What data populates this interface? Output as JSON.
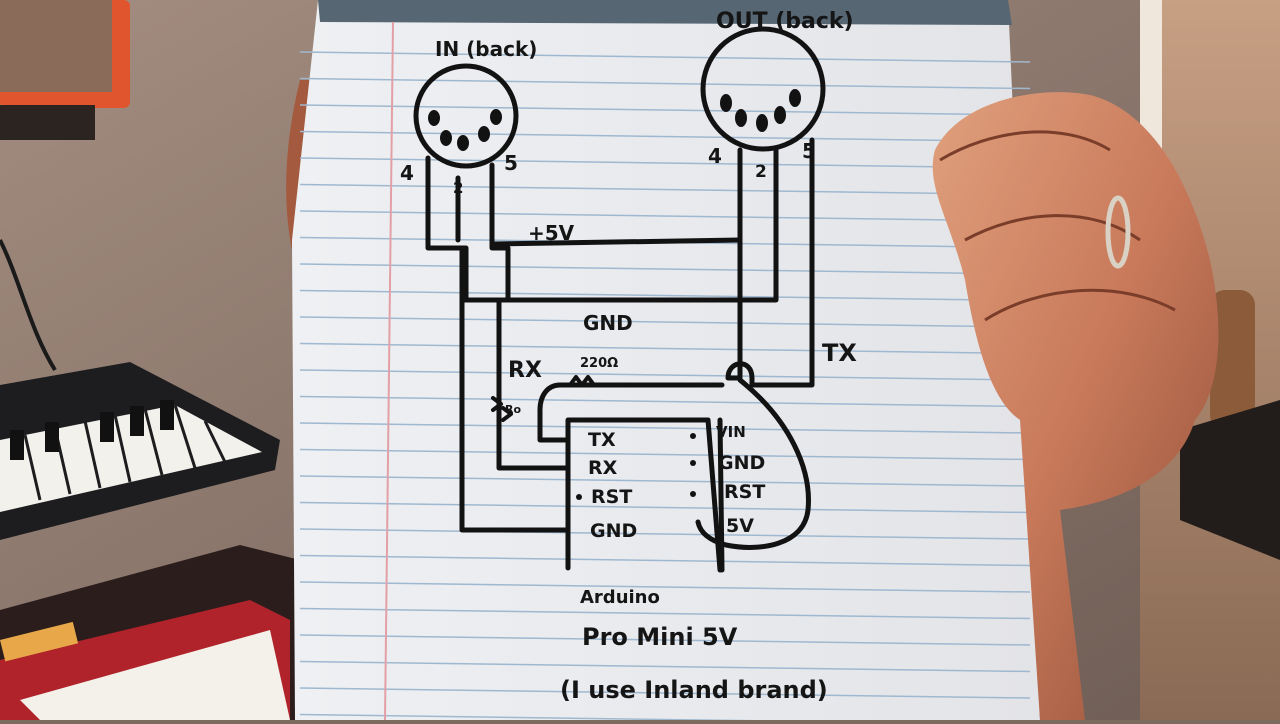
{
  "diagram": {
    "in_jack": {
      "label": "IN (back)",
      "pins": {
        "p4": "4",
        "p2": "2",
        "p5": "5"
      }
    },
    "out_jack": {
      "label": "OUT (back)",
      "pins": {
        "p4": "4",
        "p2": "2",
        "p5": "5"
      }
    },
    "wires": {
      "plus5v": "+5V",
      "gnd": "GND",
      "rx": "RX",
      "tx": "TX",
      "resistor": "220Ω"
    },
    "arduino": {
      "left_pins": [
        "TX",
        "RX",
        "RST",
        "GND"
      ],
      "right_pins": [
        "VIN",
        "GND",
        "RST",
        "5V"
      ],
      "caption": [
        "Arduino",
        "Pro Mini 5V",
        "(I use Inland brand)"
      ]
    }
  }
}
